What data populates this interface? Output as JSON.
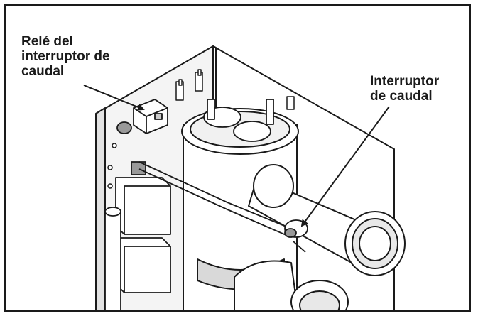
{
  "labels": {
    "relay": [
      "Relé del",
      "interruptor de",
      "caudal"
    ],
    "flow_switch": [
      "Interruptor",
      "de caudal"
    ]
  },
  "colors": {
    "line": "#1a1a1a",
    "fill": "#ffffff",
    "shade": "#d9d9d9"
  }
}
